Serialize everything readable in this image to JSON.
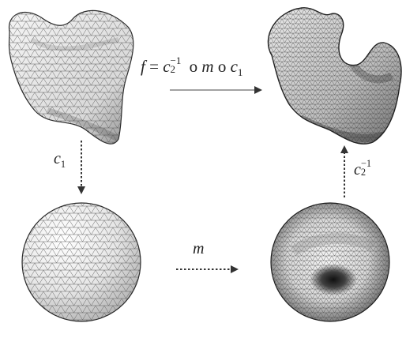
{
  "labels": {
    "f": {
      "lhs": "f",
      "eq": "=",
      "c": "c",
      "sub": "2",
      "sup": "−1",
      "o1": "o",
      "m": "m",
      "o2": "o",
      "c2": "c",
      "sub2": "1"
    },
    "c1": {
      "c": "c",
      "sub": "1"
    },
    "c2inv": {
      "c": "c",
      "sub": "2",
      "sup": "−1"
    },
    "m": "m"
  },
  "colors": {
    "mesh": "#3a3a3a",
    "shade_light": "#f2f2f2",
    "shade_mid": "#cfcfcf",
    "shade_dark": "#1a1a1a",
    "arrow": "#333333"
  }
}
